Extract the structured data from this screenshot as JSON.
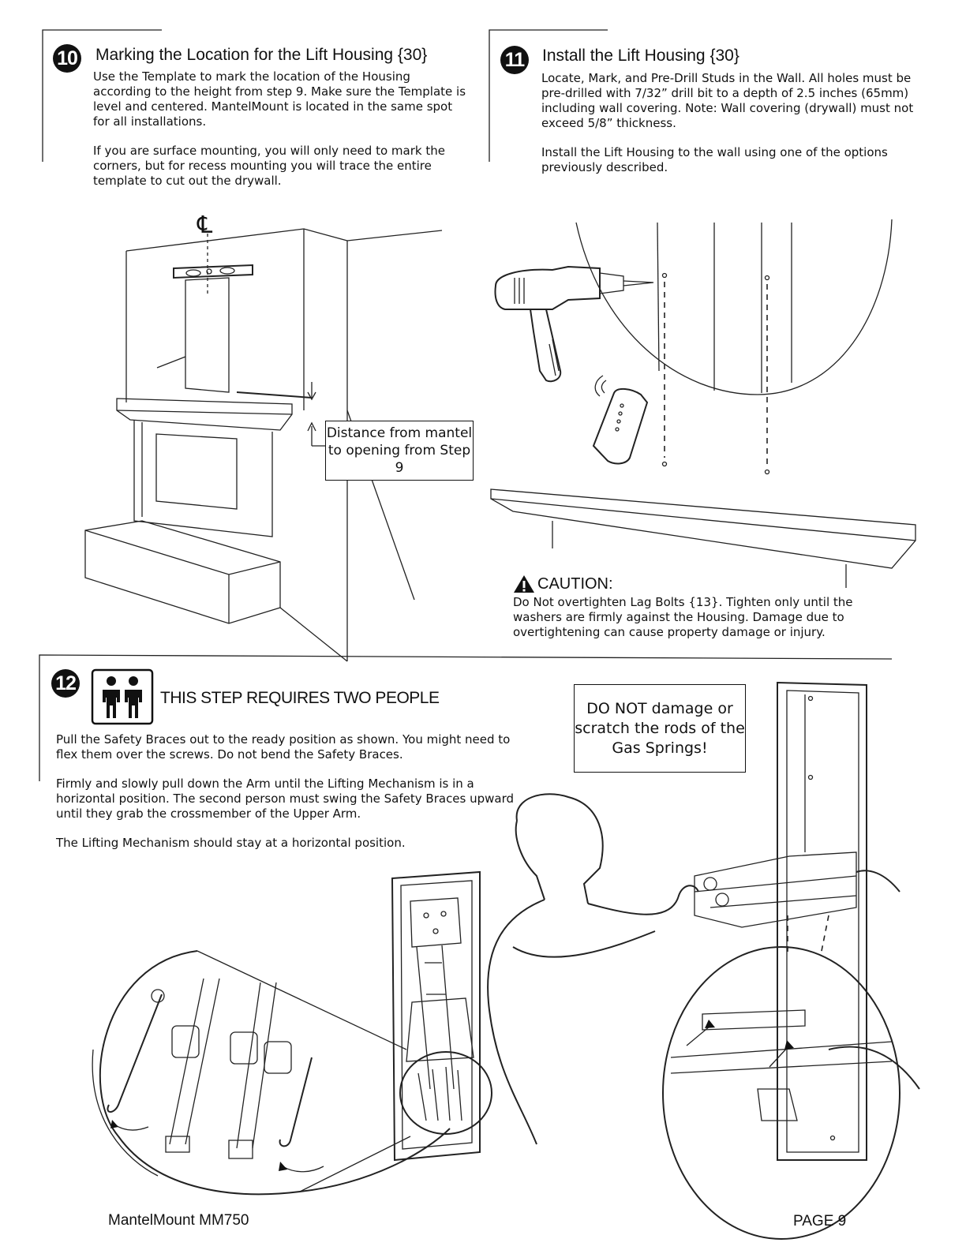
{
  "steps": {
    "s10": {
      "number": "10",
      "title": "Marking the Location for the Lift Housing {30}",
      "paragraphs": [
        "Use the Template to mark the location of the Housing according to the height from step 9. Make sure the Template is level and centered. MantelMount is located in the same spot for all installations.",
        "If you are surface mounting, you will only need to mark the corners, but for recess mounting you will trace the entire template to cut out the drywall."
      ],
      "centerline_symbol": "℄",
      "callout": "Distance from mantel to opening from Step 9"
    },
    "s11": {
      "number": "11",
      "title": "Install the Lift Housing {30}",
      "paragraphs": [
        "Locate, Mark, and Pre-Drill Studs in the Wall.  All holes must be pre-drilled with 7/32” drill bit to a depth of 2.5 inches (65mm) including wall covering. Note: Wall covering (drywall) must not exceed 5/8” thickness.",
        "Install the Lift Housing to the wall using one of the options previously described."
      ],
      "caution_title": "CAUTION:",
      "caution_text": "Do Not overtighten Lag Bolts {13}. Tighten only until the washers are firmly against the Housing. Damage due to overtightening can cause property damage or injury."
    },
    "s12": {
      "number": "12",
      "title": "THIS STEP REQUIRES TWO PEOPLE",
      "paragraphs": [
        "Pull the Safety Braces out to the ready position as shown. You might need to flex them over the screws. Do not bend the Safety Braces.",
        "Firmly and slowly pull down the Arm until the Lifting Mechanism is in a horizontal position. The second person must swing the Safety Braces upward until they grab the crossmember of the Upper Arm.",
        "The Lifting Mechanism should stay at a horizontal position."
      ],
      "callout": "DO NOT damage or scratch the rods of the Gas Springs!"
    }
  },
  "footer": {
    "product": "MantelMount MM750",
    "page": "PAGE 9"
  },
  "icons": {
    "two_people": "two-people-icon",
    "warning": "warning-triangle-icon",
    "drill": "drill-icon",
    "remote": "remote-control-icon"
  }
}
